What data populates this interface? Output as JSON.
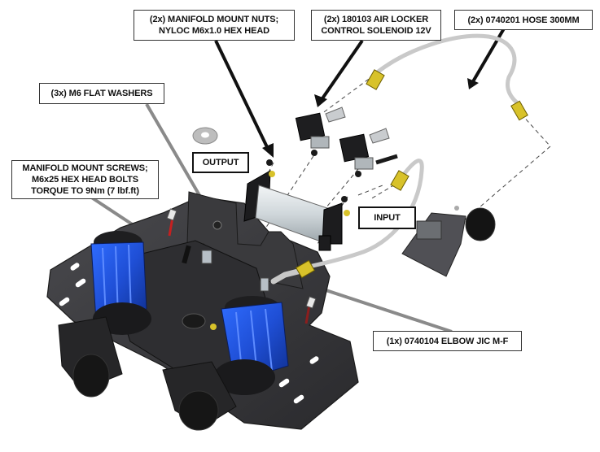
{
  "diagram": {
    "title": "Twin compressor manifold exploded assembly",
    "callouts": {
      "manifold_nuts": {
        "lines": [
          "(2x) MANIFOLD MOUNT NUTS;",
          "NYLOC M6x1.0 HEX HEAD"
        ]
      },
      "solenoid": {
        "lines": [
          "(2x) 180103 AIR LOCKER",
          "CONTROL SOLENOID 12V"
        ]
      },
      "hose": {
        "lines": [
          "(2x) 0740201 HOSE 300MM"
        ]
      },
      "washers": {
        "lines": [
          "(3x) M6 FLAT WASHERS"
        ]
      },
      "output": {
        "lines": [
          "OUTPUT"
        ]
      },
      "screws": {
        "lines": [
          "MANIFOLD MOUNT SCREWS;",
          "M6x25 HEX HEAD BOLTS",
          "TORQUE TO 9Nm (7 lbf.ft)"
        ]
      },
      "input": {
        "lines": [
          "INPUT"
        ]
      },
      "elbow": {
        "lines": [
          "(1x) 0740104 ELBOW JIC M-F"
        ]
      }
    },
    "colors": {
      "compressor_blue": "#1f4fd6",
      "bracket_dark": "#3a3a3d",
      "fitting_brass": "#d8c22a",
      "tank_silver": "#cfd6da",
      "hose_grey": "#d8d8d8",
      "leader_black": "#111111",
      "leader_grey": "#8a8a8a"
    }
  }
}
